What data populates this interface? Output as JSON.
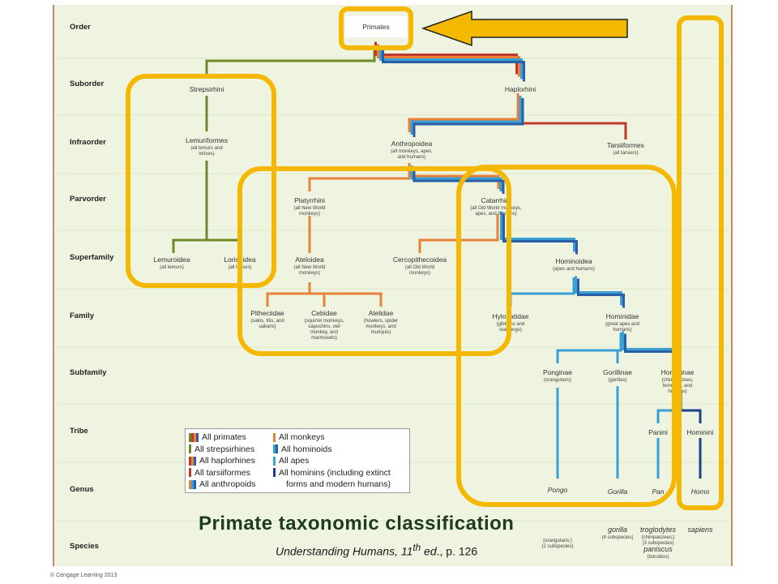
{
  "ranks": [
    "Order",
    "Suborder",
    "Infraorder",
    "Parvorder",
    "Superfamily",
    "Family",
    "Subfamily",
    "Tribe",
    "Genus",
    "Species"
  ],
  "colors": {
    "primates": "#7a8f2a",
    "strep": "#6f8a2a",
    "haplo": "#c0392b",
    "tarsi": "#c0392b",
    "monkey": "#e8823a",
    "ape": "#3a9fd4",
    "hominoid": "#2a5fa8",
    "hominin": "#1e3f8a",
    "highlight": "#f5b800",
    "panel": "#eef4df"
  },
  "nodes": {
    "primates": {
      "name": "Primates",
      "sub": ""
    },
    "strepsirhini": {
      "name": "Strepsirhini",
      "sub": ""
    },
    "haplorhini": {
      "name": "Haplorhini",
      "sub": ""
    },
    "lemuriformes": {
      "name": "Lemuriformes",
      "sub": "(all lemurs and|lorises)"
    },
    "anthropoidea": {
      "name": "Anthropoidea",
      "sub": "(all monkeys, apes,|and humans)"
    },
    "tarsiiformes": {
      "name": "Tarsiiformes",
      "sub": "(all tarsiers)"
    },
    "platyrrhini": {
      "name": "Platyrrhini",
      "sub": "(all New World|monkeys)"
    },
    "catarrhini": {
      "name": "Catarrhini",
      "sub": "(all Old World monkeys,|apes, and humans)"
    },
    "lemuroidea": {
      "name": "Lemuroidea",
      "sub": "(all lemurs)"
    },
    "lorisoidea": {
      "name": "Lorisoidea",
      "sub": "(all lorises)"
    },
    "ateloidea": {
      "name": "Ateloidea",
      "sub": "(all New World|monkeys)"
    },
    "cercopithecoidea": {
      "name": "Cercopithecoidea",
      "sub": "(all Old World|monkeys)"
    },
    "hominoidea": {
      "name": "Hominoidea",
      "sub": "(apes and humans)"
    },
    "pitheciidae": {
      "name": "Pitheciidae",
      "sub": "(sakis, titis, and|uakaris)"
    },
    "cebidae": {
      "name": "Cebidae",
      "sub": "(squirrel monkeys,|capuchins, owl|monkey, and|marmosets)"
    },
    "atelidae": {
      "name": "Atelidae",
      "sub": "(howlers, spider|monkeys, and|muriquis)"
    },
    "hylobatidae": {
      "name": "Hylobatidae",
      "sub": "(gibbons and|siamangs)"
    },
    "hominidae": {
      "name": "Hominidae",
      "sub": "(great apes and|humans)"
    },
    "ponginae": {
      "name": "Ponginae",
      "sub": "(orangutans)"
    },
    "gorillinae": {
      "name": "Gorillinae",
      "sub": "(gorillas)"
    },
    "homininae": {
      "name": "Homininae",
      "sub": "(chimpanzees,|bonobos, and|humans)"
    },
    "panini": {
      "name": "Panini",
      "sub": ""
    },
    "hominini": {
      "name": "Hominini",
      "sub": ""
    },
    "pongo": {
      "name": "Pongo",
      "sub": ""
    },
    "gorilla": {
      "name": "Gorilla",
      "sub": ""
    },
    "pan": {
      "name": "Pan",
      "sub": ""
    },
    "homo": {
      "name": "Homo",
      "sub": ""
    },
    "sp_pongo": {
      "name": "",
      "sub": "(orangutans;)|(2 subspecies)"
    },
    "sp_gorilla": {
      "name": "gorilla",
      "sub": "(4 subspecies)"
    },
    "sp_pan": {
      "name": "troglodytes",
      "sub": "(chimpanzees;)|(3 subspecies)"
    },
    "sp_paniscus": {
      "name": "paniscus",
      "sub": "(bonobos)"
    },
    "sp_homo": {
      "name": "sapiens",
      "sub": ""
    }
  },
  "legend": [
    {
      "label": "All primates",
      "colors": [
        "#6f8a2a",
        "#c0392b",
        "#e8823a",
        "#2a5fa8"
      ]
    },
    {
      "label": "All strepsirhines",
      "colors": [
        "#6f8a2a"
      ]
    },
    {
      "label": "All haplorhines",
      "colors": [
        "#c0392b",
        "#e8823a",
        "#2a5fa8"
      ]
    },
    {
      "label": "All tarsiiformes",
      "colors": [
        "#c0392b"
      ]
    },
    {
      "label": "All anthropoids",
      "colors": [
        "#e8823a",
        "#3a9fd4",
        "#2a5fa8"
      ]
    },
    {
      "label": "All monkeys",
      "colors": [
        "#e8823a"
      ]
    },
    {
      "label": "All hominoids",
      "colors": [
        "#3a9fd4",
        "#2a5fa8"
      ]
    },
    {
      "label": "All apes",
      "colors": [
        "#3a9fd4"
      ]
    },
    {
      "label": "All hominins (including extinct",
      "colors": [
        "#1e3f8a"
      ]
    },
    {
      "label": "forms and modern humans)",
      "colors": []
    }
  ],
  "title": "Primate taxonomic classification",
  "citation": {
    "book": "Understanding Humans, 11",
    "sup": "th",
    "ed": " ed",
    "rest": "., p. 126"
  },
  "copyright": "© Cengage Learning 2013"
}
